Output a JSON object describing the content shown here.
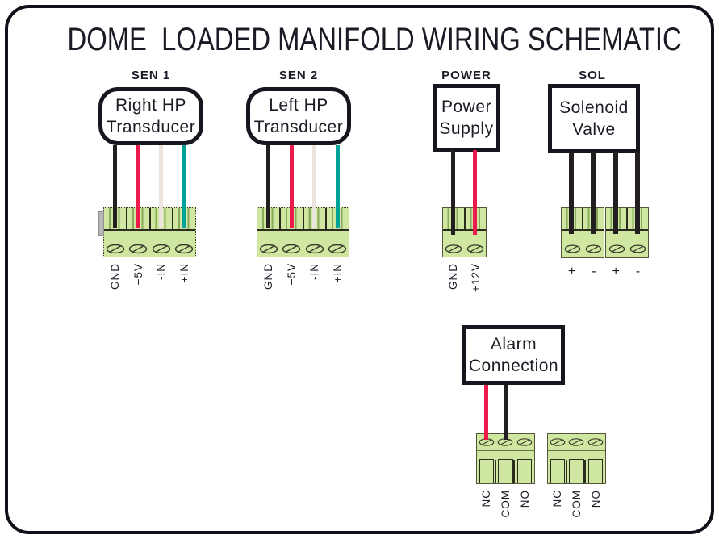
{
  "title": "DOME  LOADED MANIFOLD WIRING SCHEMATIC",
  "colors": {
    "wire-black": "#231f20",
    "wire-red": "#ed1a4c",
    "wire-white": "#ece5dd",
    "wire-teal": "#00a29a",
    "terminal-green": "#cfe7a0",
    "slot-stripe": "#87aa5c",
    "outline-dark": "#2b2b1e",
    "box-border": "#16161e"
  },
  "sections": {
    "sen1": {
      "label": "SEN 1",
      "device": {
        "lines": [
          "Right HP",
          "Transducer"
        ]
      },
      "terminals": [
        "GND",
        "+5V",
        "-IN",
        "+IN"
      ],
      "wires": [
        "black",
        "red",
        "white",
        "teal"
      ]
    },
    "sen2": {
      "label": "SEN 2",
      "device": {
        "lines": [
          "Left HP",
          "Transducer"
        ]
      },
      "terminals": [
        "GND",
        "+5V",
        "-IN",
        "+IN"
      ],
      "wires": [
        "black",
        "red",
        "white",
        "teal"
      ]
    },
    "power": {
      "label": "POWER",
      "device": {
        "lines": [
          "Power",
          "Supply"
        ]
      },
      "terminals": [
        "GND",
        "+12V"
      ],
      "wires": [
        "black",
        "red"
      ]
    },
    "sol": {
      "label": "SOL",
      "device": {
        "lines": [
          "Solenoid",
          "Valve"
        ]
      },
      "terminals": [
        "+",
        "-",
        "+",
        "-"
      ],
      "wires": [
        "black",
        "black",
        "black",
        "black"
      ]
    },
    "alarm": {
      "device": {
        "lines": [
          "Alarm",
          "Connection"
        ]
      },
      "wires": [
        "red",
        "black"
      ],
      "left_block_terminals": [
        "NC",
        "COM",
        "NO"
      ],
      "right_block_terminals": [
        "NC",
        "COM",
        "NO"
      ]
    }
  }
}
